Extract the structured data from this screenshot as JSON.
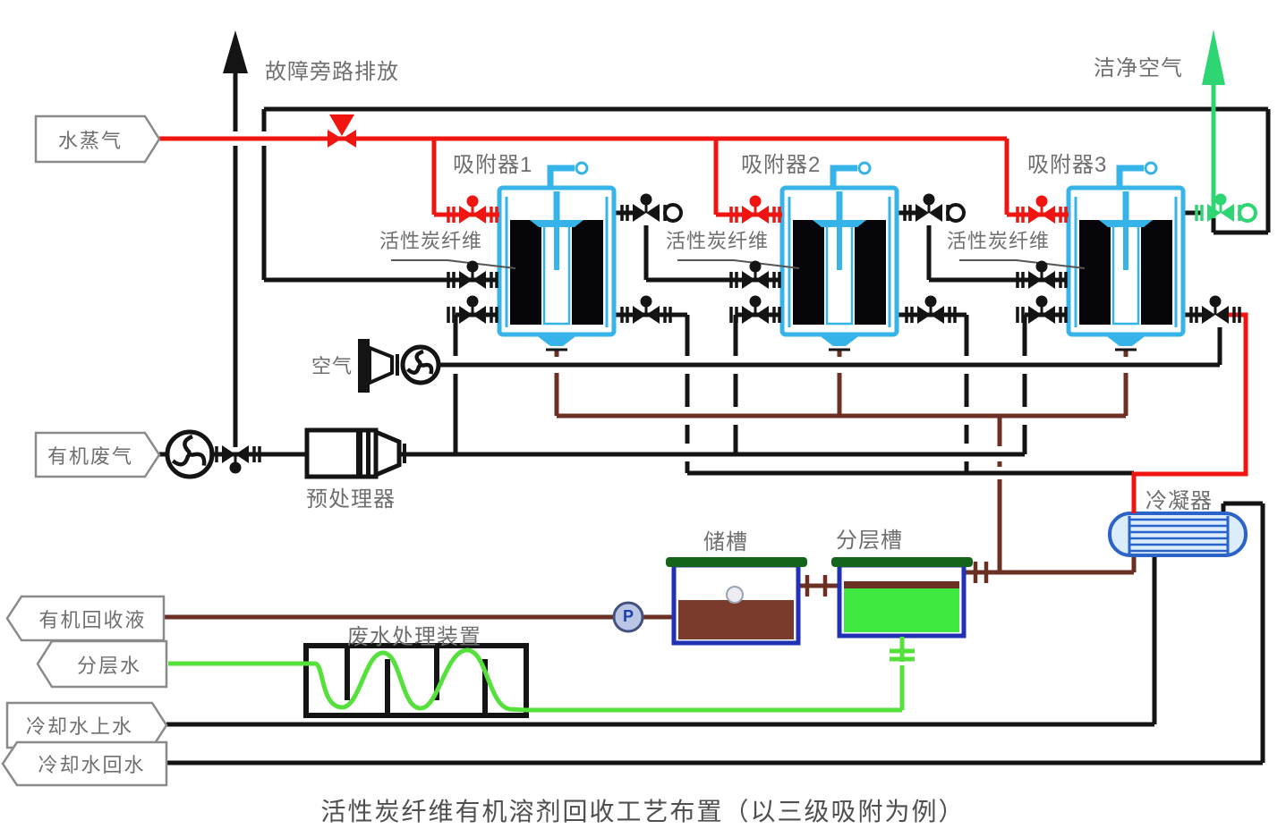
{
  "title": "活性炭纤维有机溶剂回收工艺布置（以三级吸附为例）",
  "tags": {
    "steam": "水蒸气",
    "organic_waste_gas": "有机废气",
    "organic_recovered_liquid": "有机回收液",
    "layered_water": "分层水",
    "cooling_water_supply": "冷却水上水",
    "cooling_water_return": "冷却水回水"
  },
  "flow_labels": {
    "fault_bypass": "故障旁路排放",
    "clean_air": "洁净空气",
    "air": "空气"
  },
  "equipment": {
    "adsorber1": "吸附器1",
    "adsorber2": "吸附器2",
    "adsorber3": "吸附器3",
    "acf": "活性炭纤维",
    "preprocessor": "预处理器",
    "storage_tank": "储槽",
    "layering_tank": "分层槽",
    "condenser": "冷凝器",
    "wastewater_unit": "废水处理装置",
    "pump_label": "P"
  },
  "colors": {
    "pipe_black": "#141414",
    "steam_red": "#f01511",
    "organic_brown": "#6b3023",
    "tank_liquid_brown": "#7a3a2c",
    "clean_air_green": "#2ed573",
    "water_green": "#55e03c",
    "tank_liquid_green": "#3fe93f",
    "lid_green": "#15641c",
    "vessel_cyan": "#36b4e9",
    "carbon_black": "#06060a",
    "tank_blue": "#2031b5",
    "condenser_blue": "#2b63c9",
    "condenser_fill": "#dbecfa",
    "pump_fill": "#b9c6e6",
    "label_gray": "#6f6f6f",
    "title_gray": "#4f4f4f"
  }
}
